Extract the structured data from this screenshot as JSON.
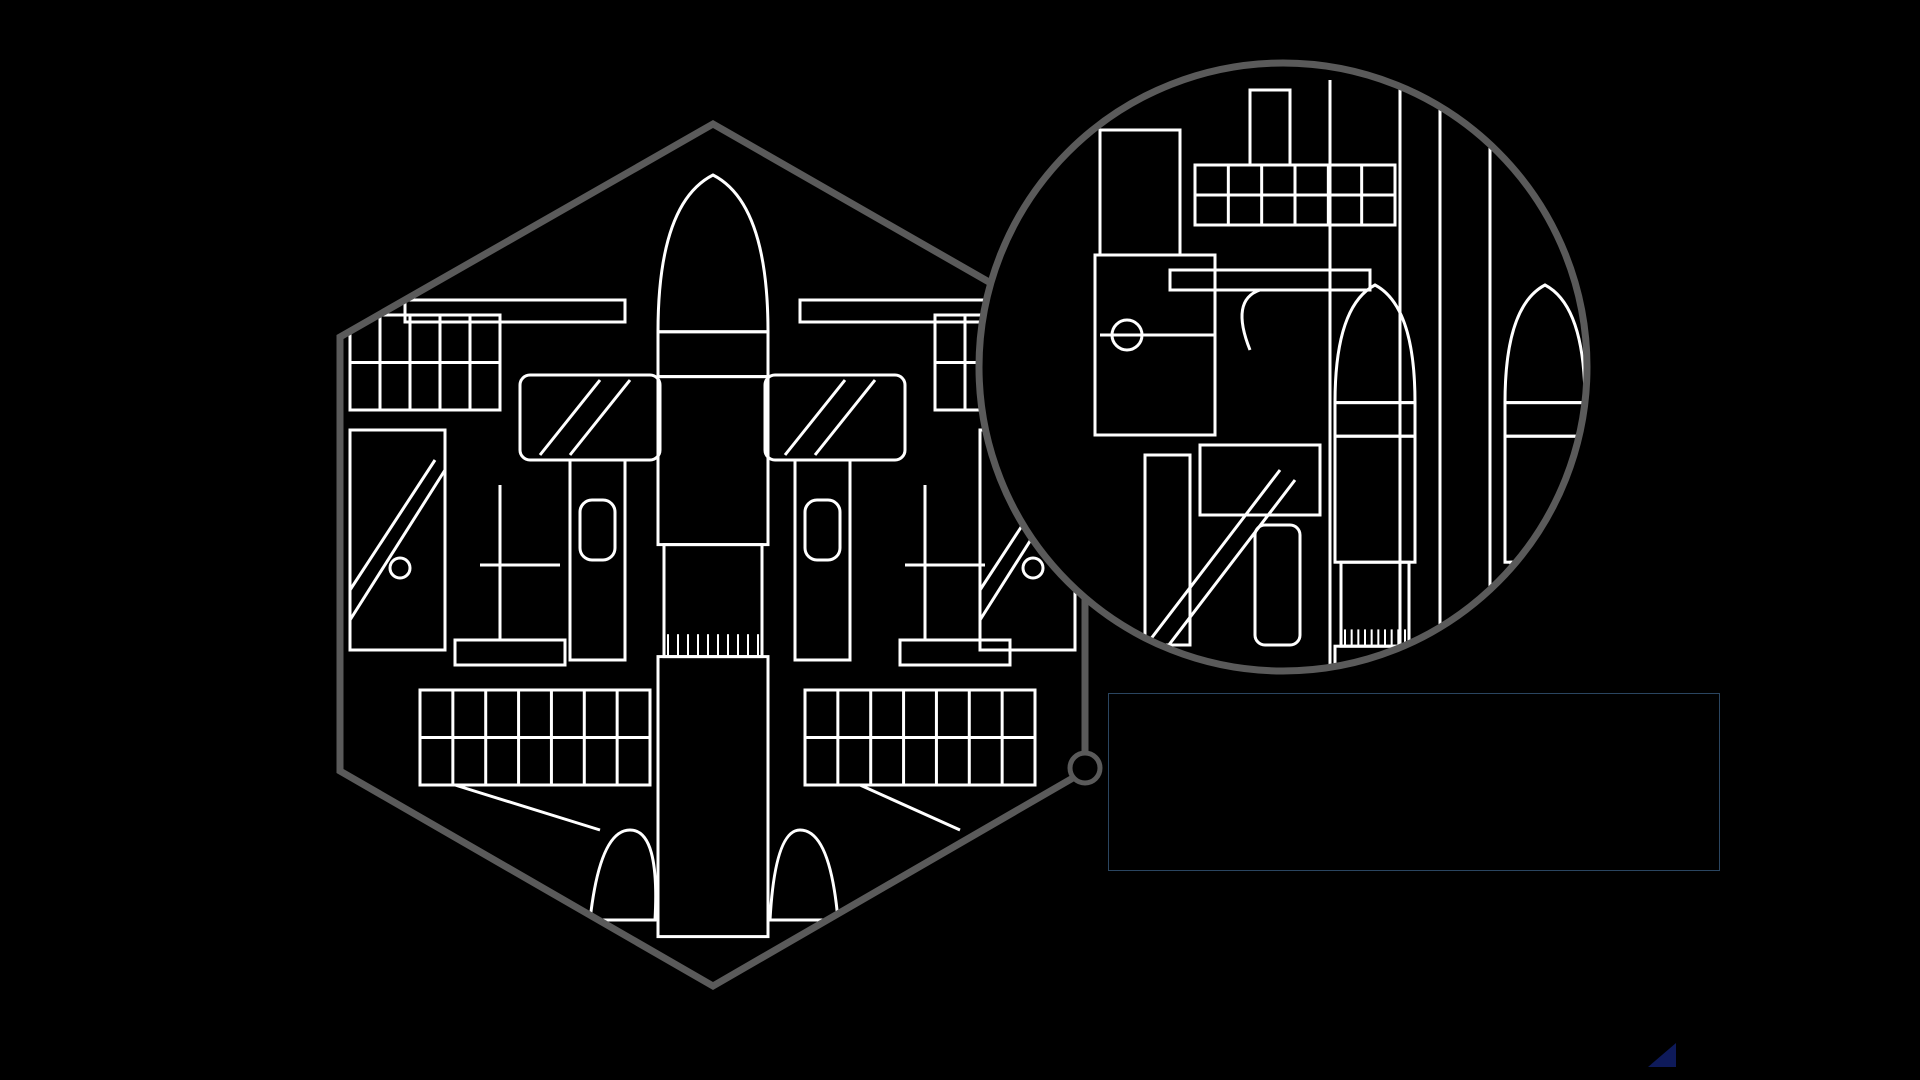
{
  "slide": {
    "background_color": "#000000",
    "frame_color": "#5a5a5a",
    "line_art_color": "#ffffff",
    "shapes": {
      "hexagon": "hexagon-image-frame",
      "magnifier": "circle-zoom-callout",
      "connector": "connector-ring"
    },
    "text_box": {
      "text": "",
      "border_color": "#2a4560"
    },
    "corner_mark_color": "#0e1a5a"
  }
}
